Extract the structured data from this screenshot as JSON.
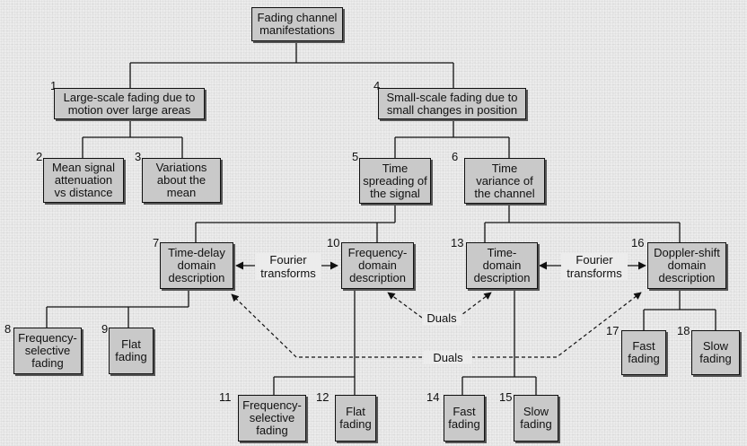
{
  "boxes": {
    "root": {
      "label": "Fading channel\nmanifestations"
    },
    "b1": {
      "num": "1",
      "label": "Large-scale fading due to\nmotion over large areas"
    },
    "b2": {
      "num": "2",
      "label": "Mean signal\nattenuation\nvs distance"
    },
    "b3": {
      "num": "3",
      "label": "Variations\nabout the\nmean"
    },
    "b4": {
      "num": "4",
      "label": "Small-scale fading due to\nsmall changes in position"
    },
    "b5": {
      "num": "5",
      "label": "Time\nspreading of\nthe signal"
    },
    "b6": {
      "num": "6",
      "label": "Time\nvariance of\nthe channel"
    },
    "b7": {
      "num": "7",
      "label": "Time-delay\ndomain\ndescription"
    },
    "b8": {
      "num": "8",
      "label": "Frequency-\nselective\nfading"
    },
    "b9": {
      "num": "9",
      "label": "Flat\nfading"
    },
    "b10": {
      "num": "10",
      "label": "Frequency-\ndomain\ndescription"
    },
    "b11": {
      "num": "11",
      "label": "Frequency-\nselective\nfading"
    },
    "b12": {
      "num": "12",
      "label": "Flat\nfading"
    },
    "b13": {
      "num": "13",
      "label": "Time-\ndomain\ndescription"
    },
    "b14": {
      "num": "14",
      "label": "Fast\nfading"
    },
    "b15": {
      "num": "15",
      "label": "Slow\nfading"
    },
    "b16": {
      "num": "16",
      "label": "Doppler-shift\ndomain\ndescription"
    },
    "b17": {
      "num": "17",
      "label": "Fast\nfading"
    },
    "b18": {
      "num": "18",
      "label": "Slow\nfading"
    }
  },
  "relations": {
    "fourier_left": "Fourier\ntransforms",
    "fourier_right": "Fourier\ntransforms",
    "duals_inner": "Duals",
    "duals_outer": "Duals"
  }
}
